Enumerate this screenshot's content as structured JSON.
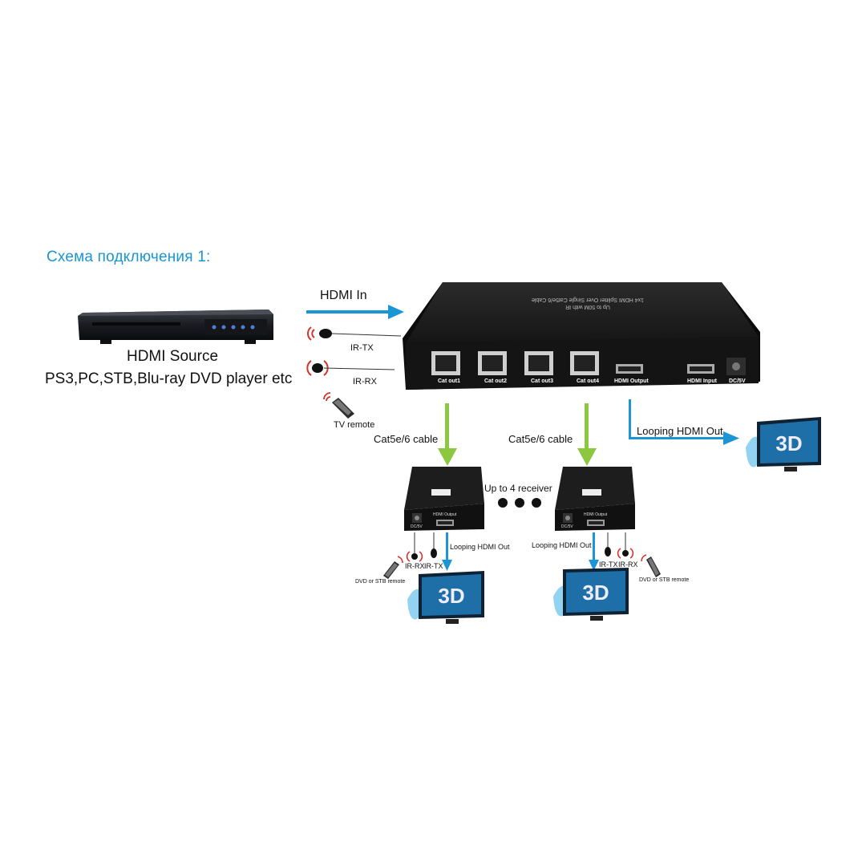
{
  "title": "Схема подключения 1:",
  "source": {
    "line1": "HDMI Source",
    "line2": "PS3,PC,STB,Blu-ray DVD player etc"
  },
  "splitter": {
    "hdmi_in": "HDMI  In",
    "ir_tx": "IR-TX",
    "ir_rx": "IR-RX",
    "tv_remote": "TV remote",
    "top_label_line1": "1x4 HDMI Splitter Over Single Cat5e/6 Cable",
    "top_label_line2": "Up to 50M with IR",
    "ports": [
      "Cat out1",
      "Cat out2",
      "Cat out3",
      "Cat out4"
    ],
    "hdmi_output": "HDMI Output",
    "hdmi_input": "HDMI Input",
    "dc": "DC/5V"
  },
  "links": {
    "cable_left": "Cat5e/6 cable",
    "cable_right": "Cat5e/6 cable",
    "looping_main": "Looping HDMI Out",
    "up_to": "Up to 4 receiver"
  },
  "receiver_left": {
    "hdmi_output": "HDMI Output",
    "dc": "DC/5V",
    "looping": "Looping HDMI Out",
    "ir_rx": "IR-RX",
    "ir_tx": "IR-TX",
    "remote": "DVD or STB remote"
  },
  "receiver_right": {
    "hdmi_output": "HDMI Output",
    "dc": "DC/5V",
    "looping": "Looping HDMI Out",
    "ir_tx": "IR-TX",
    "ir_rx": "IR-RX",
    "remote": "DVD or STB remote"
  },
  "tv_badge": "3D",
  "colors": {
    "accent_blue": "#1c95d4",
    "cable_green": "#8dc63f",
    "device_black": "#1b1b1b"
  }
}
